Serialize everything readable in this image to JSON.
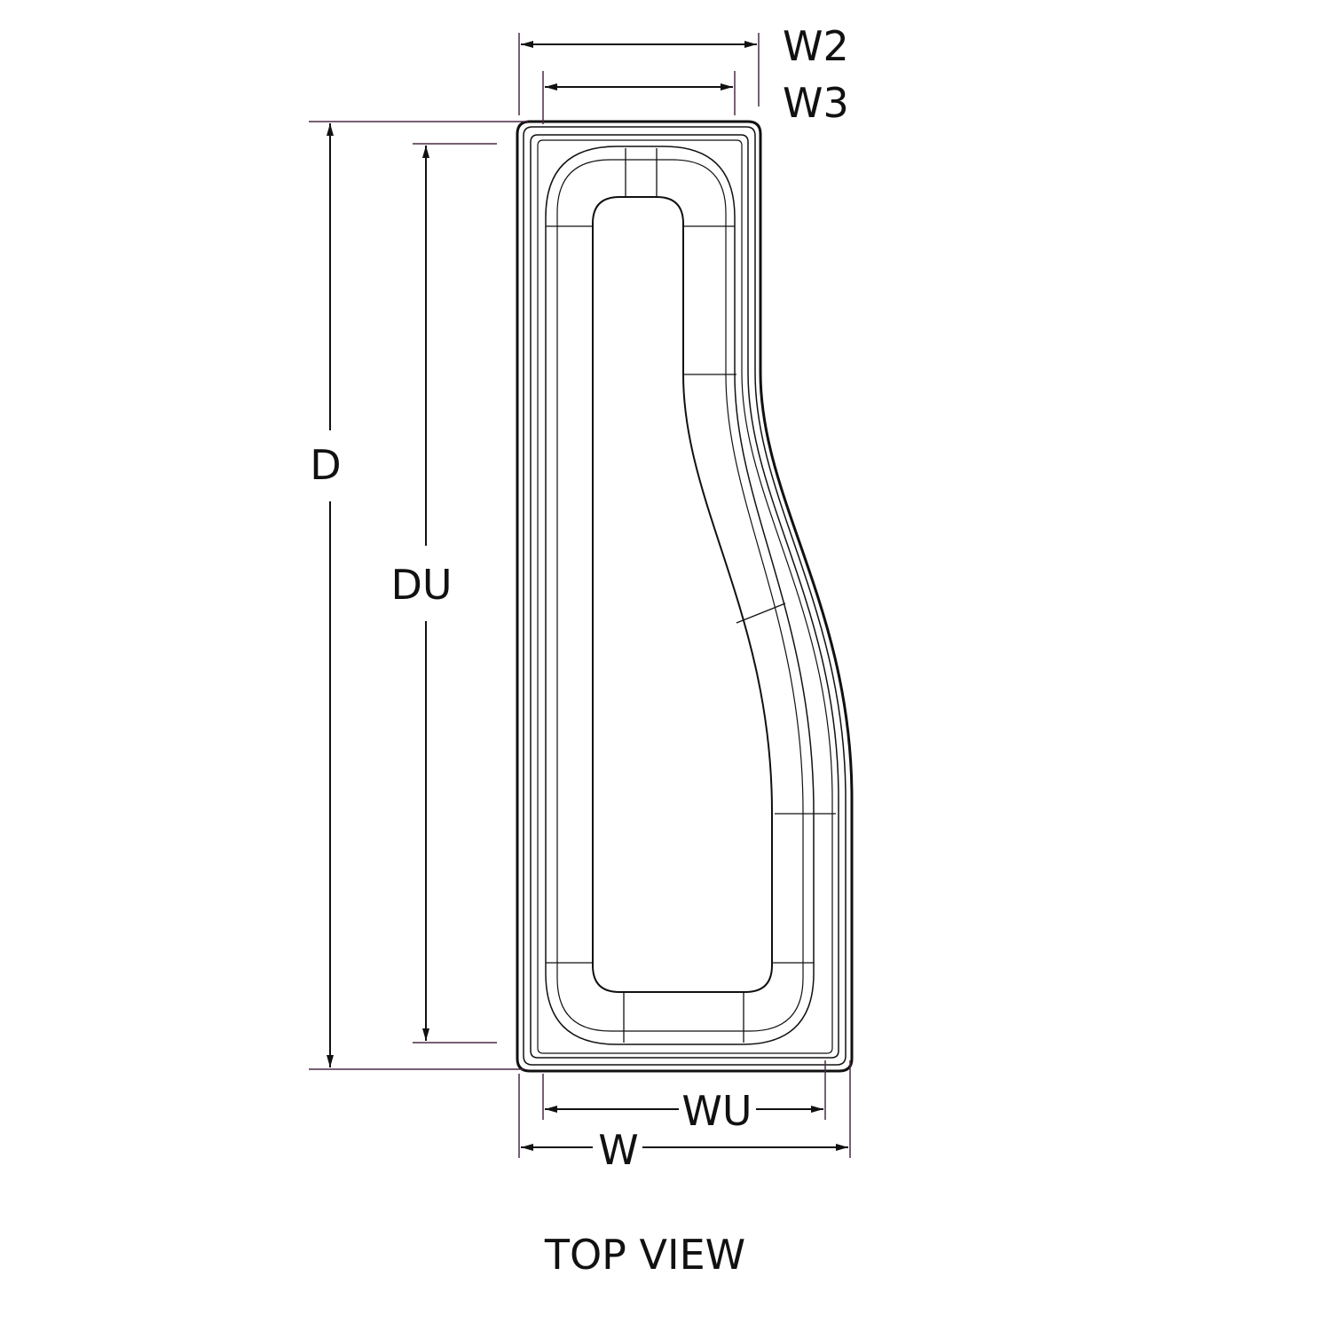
{
  "dimensions": {
    "w2": "W2",
    "w3": "W3",
    "d": "D",
    "du": "DU",
    "wu": "WU",
    "w": "W"
  },
  "caption": "TOP VIEW"
}
